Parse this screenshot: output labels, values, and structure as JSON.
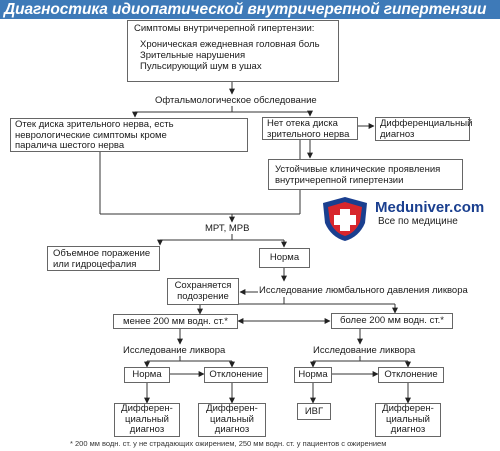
{
  "title": "Диагностика идиопатической внутричерепной гипертензии",
  "nodes": {
    "symptoms": {
      "heading": "Симптомы внутричерепной гипертензии:",
      "items": [
        "Хроническая ежедневная головная боль",
        "Зрительные нарушения",
        "Пульсирующий шум в ушах"
      ]
    },
    "ophthalmo": "Офтальмологическое обследование",
    "disc_edema": [
      "Отек диска зрительного нерва, есть",
      "неврологические симптомы кроме",
      "паралича шестого нерва"
    ],
    "no_edema": [
      "Нет отека диска",
      "зрительного нерва"
    ],
    "diff_top": [
      "Дифференциальный",
      "диагноз"
    ],
    "persistent": [
      "Устойчивые клинические проявления",
      "внутричерепной гипертензии"
    ],
    "mri": "МРТ, МРВ",
    "mass": [
      "Объемное поражение",
      "или гидроцефалия"
    ],
    "norm_mri": "Норма",
    "suspicion": [
      "Сохраняется",
      "подозрение"
    ],
    "lumbar": "Исследование люмбального давления ликвора",
    "less": "менее 200 мм водн. ст.*",
    "more": "более 200 мм водн. ст.*",
    "csf_left": "Исследование ликвора",
    "csf_right": "Исследование ликвора",
    "norm_ll": "Норма",
    "dev_lr": "Отклонение",
    "norm_rl": "Норма",
    "dev_rr": "Отклонение",
    "diff_1": [
      "Дифферен-",
      "циальный",
      "диагноз"
    ],
    "diff_2": [
      "Дифферен-",
      "циальный",
      "диагноз"
    ],
    "ivg": "ИВГ",
    "diff_3": [
      "Дифферен-",
      "циальный",
      "диагноз"
    ]
  },
  "logo": {
    "name": "Meduniver.com",
    "tagline": "Все по медицине"
  },
  "footnote": "* 200 мм водн. ст. у не страдающих ожирением, 250 мм водн. ст. у пациентов с ожирением",
  "colors": {
    "title_bar": "#3e7ab8",
    "box_border": "#666666",
    "logo_blue": "#1a3f8f",
    "logo_red": "#d8262c"
  }
}
